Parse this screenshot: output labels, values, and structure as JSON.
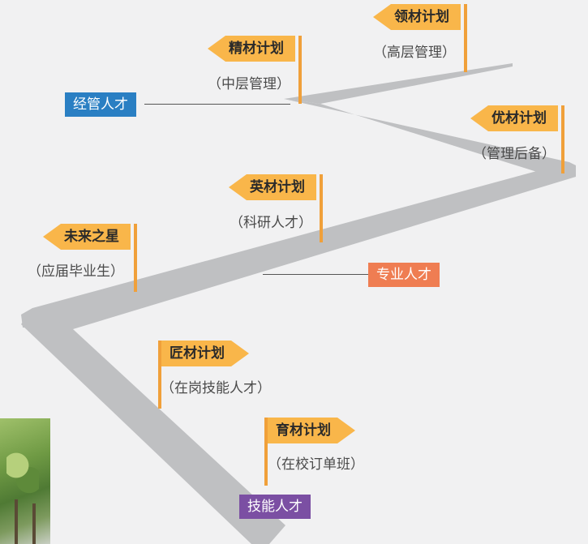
{
  "plans": [
    {
      "id": "lingcai",
      "title": "领材计划",
      "subtitle": "（高层管理）"
    },
    {
      "id": "jingcai",
      "title": "精材计划",
      "subtitle": "（中层管理）"
    },
    {
      "id": "youcai",
      "title": "优材计划",
      "subtitle": "（管理后备）"
    },
    {
      "id": "yingcai",
      "title": "英材计划",
      "subtitle": "（科研人才）"
    },
    {
      "id": "weilai",
      "title": "未来之星",
      "subtitle": "（应届毕业生）"
    },
    {
      "id": "jiangcai",
      "title": "匠材计划",
      "subtitle": "（在岗技能人才）"
    },
    {
      "id": "yucai",
      "title": "育材计划",
      "subtitle": "（在校订单班）"
    }
  ],
  "talent_labels": [
    {
      "id": "management",
      "text": "经管人才",
      "color": "#2a7fc3"
    },
    {
      "id": "professional",
      "text": "专业人才",
      "color": "#ef7d52"
    },
    {
      "id": "skilled",
      "text": "技能人才",
      "color": "#7b4fa3"
    }
  ],
  "colors": {
    "road": "#bfc0c2",
    "flag_banner": "#f9b64a",
    "flag_pole": "#f0a03a",
    "background": "#f1f1f2"
  },
  "decor": {
    "photo": "trees-photo"
  }
}
